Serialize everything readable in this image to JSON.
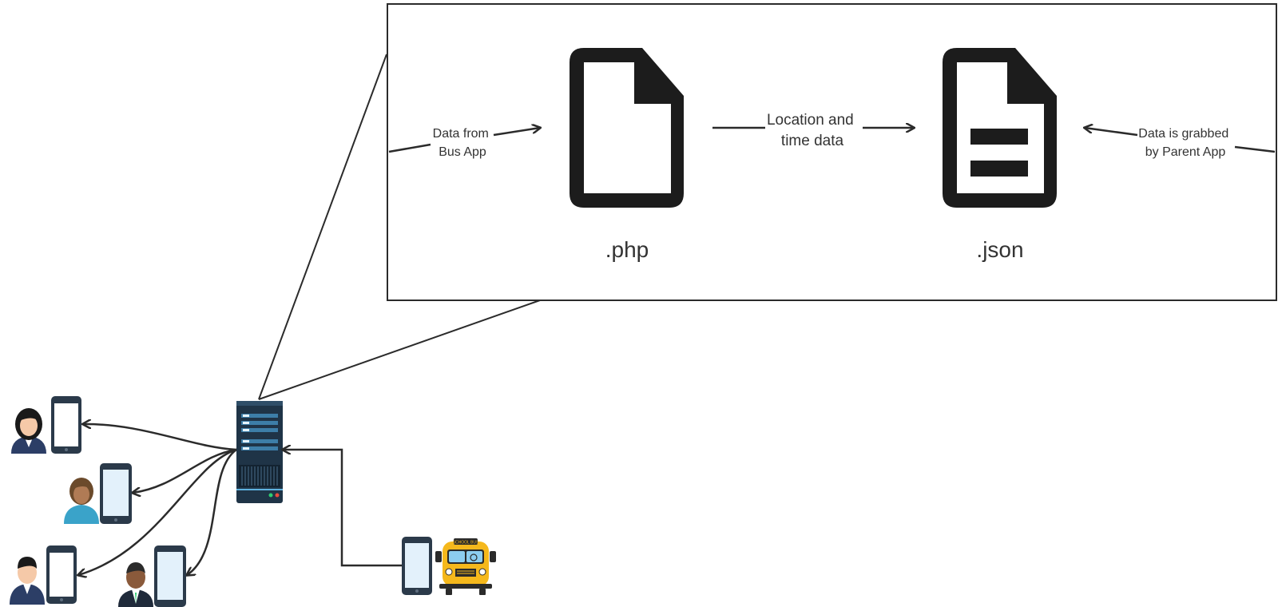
{
  "zoom_box": {
    "left_file": {
      "icon": "php-file-icon",
      "label": ".php"
    },
    "right_file": {
      "icon": "json-file-icon",
      "label": ".json"
    },
    "arrow_in_label": [
      "Data from",
      "Bus App"
    ],
    "arrow_middle_label": [
      "Location and",
      "time data"
    ],
    "arrow_out_label": [
      "Data is grabbed",
      "by Parent App"
    ]
  },
  "nodes": {
    "server": {
      "icon": "server-icon"
    },
    "bus_phone": {
      "icon": "smartphone-icon"
    },
    "bus": {
      "icon": "school-bus-icon",
      "sign": "SCHOOL BUS"
    },
    "parents": [
      {
        "icon": "woman-avatar-icon",
        "phone": "smartphone-icon"
      },
      {
        "icon": "woman-avatar-icon",
        "phone": "smartphone-icon"
      },
      {
        "icon": "man-avatar-icon",
        "phone": "smartphone-icon"
      },
      {
        "icon": "man-suit-avatar-icon",
        "phone": "smartphone-icon"
      }
    ]
  },
  "colors": {
    "line": "#2b2b2b",
    "file_icon": "#1c1c1c",
    "server_body": "#1f3447",
    "server_accent": "#5fb2e0",
    "phone_screen": "#e3f1fb",
    "bus_yellow": "#f5b81c"
  }
}
